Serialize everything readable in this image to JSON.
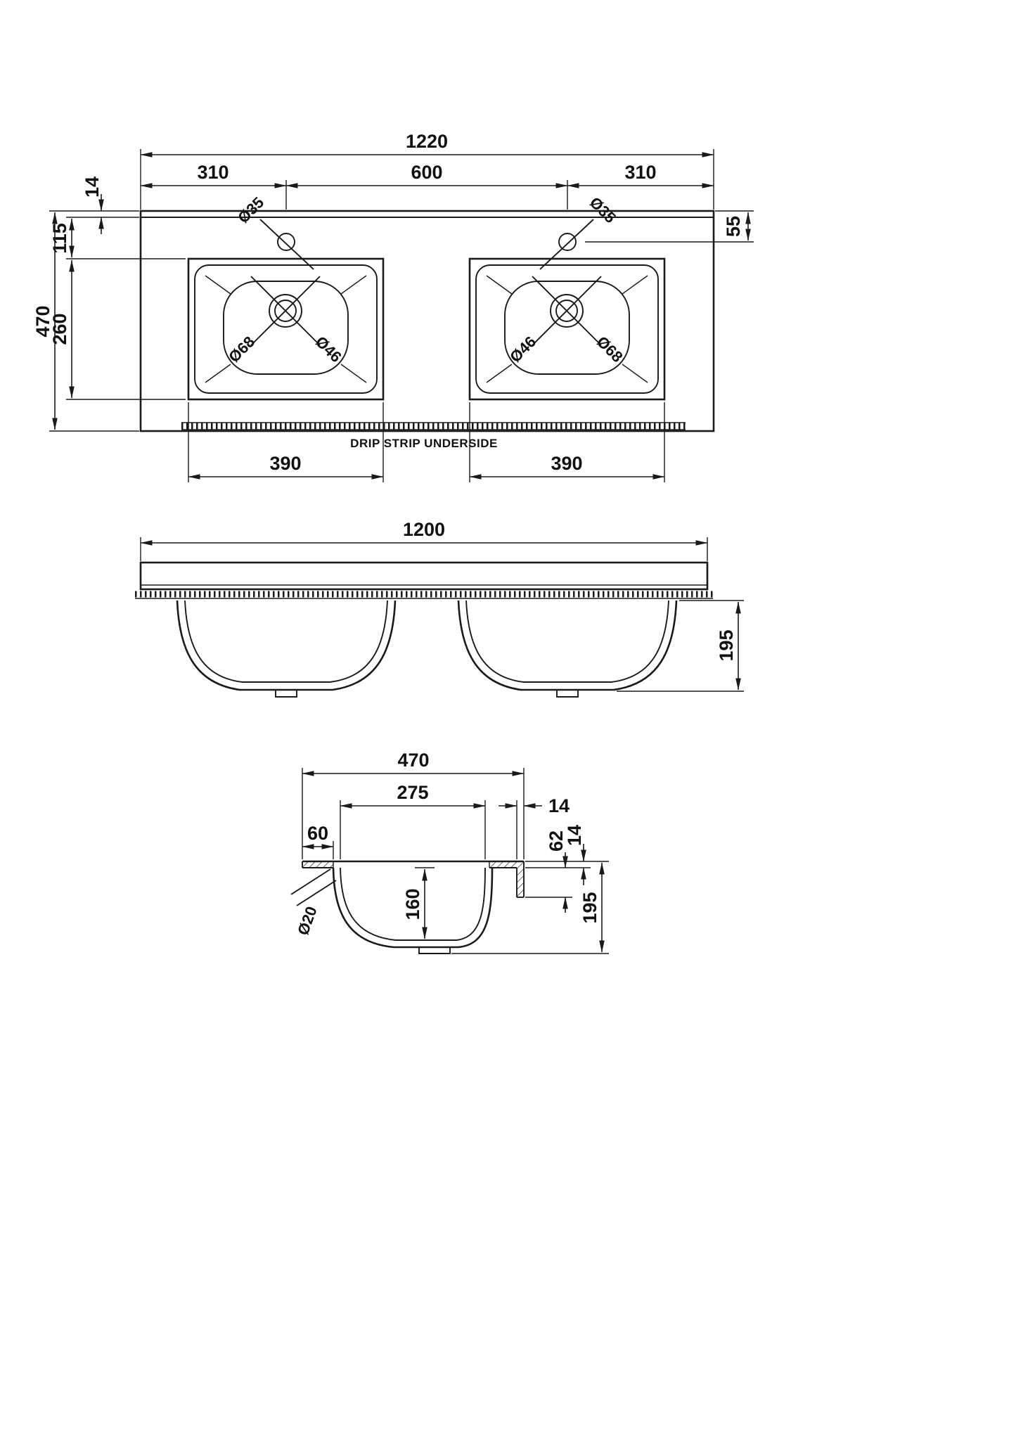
{
  "document": {
    "ink_color": "#1a1a1a",
    "background_color": "#ffffff"
  },
  "plan_view": {
    "dims": {
      "overall_width": "1220",
      "left_tap_offset": "310",
      "tap_centres": "600",
      "right_tap_offset": "310",
      "back_rim": "14",
      "rim_to_basin": "115",
      "basin_front_to_back": "260",
      "overall_depth": "470",
      "tap_setback": "55",
      "tap_hole_left": "Ø35",
      "tap_hole_right": "Ø35",
      "waste_outer_left": "Ø68",
      "waste_inner_left": "Ø46",
      "waste_inner_right": "Ø46",
      "waste_outer_right": "Ø68",
      "basin_width_left": "390",
      "basin_width_right": "390"
    },
    "note": "DRIP STRIP UNDERSIDE"
  },
  "front_view": {
    "dims": {
      "overall_width": "1200",
      "bowl_depth": "195"
    }
  },
  "side_view": {
    "dims": {
      "overall_depth": "470",
      "bowl_opening": "275",
      "upstand_width": "14",
      "front_ledge": "60",
      "upstand_drop": "62",
      "top_thickness": "14",
      "bowl_inner_depth": "160",
      "overall_height": "195",
      "overflow_dia": "Ø20"
    }
  }
}
